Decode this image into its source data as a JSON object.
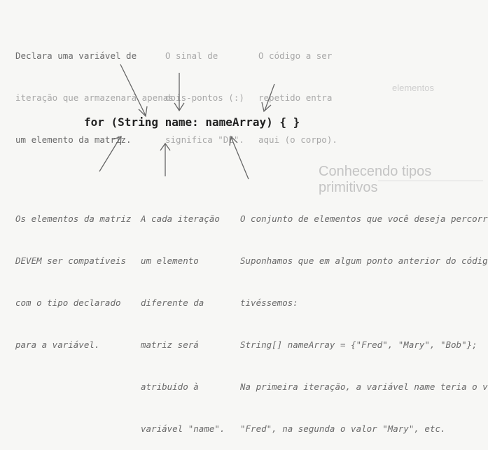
{
  "code": "for (String name: nameArray) { }",
  "annotations": {
    "top_left": [
      "Declara uma variável de",
      "iteração que armazenará apenas",
      "um elemento da matriz."
    ],
    "top_middle": [
      "O sinal de",
      "dois-pontos (:)",
      "significa \"DE\"."
    ],
    "top_right": [
      "O código a ser",
      "repetido entra",
      "aqui (o corpo)."
    ],
    "bottom_left": [
      "Os elementos da matriz",
      "DEVEM ser compatíveis",
      "com o tipo declarado",
      "para a variável."
    ],
    "bottom_middle": [
      "A cada iteração",
      "um elemento",
      "diferente da",
      "matriz será",
      "atribuído à",
      "variável \"name\"."
    ],
    "bottom_right": [
      "O conjunto de elementos que você deseja percorrer.",
      "Suponhamos que em algum ponto anterior do código",
      "tivéssemos:",
      "String[] nameArray = {\"Fred\", \"Mary\", \"Bob\"};",
      "Na primeira iteração, a variável name teria o valor",
      "\"Fred\", na segunda o valor \"Mary\", etc."
    ]
  },
  "background": {
    "faint_text_1": "elementos",
    "faint_heading": "Conhecendo tipos primitivos"
  }
}
